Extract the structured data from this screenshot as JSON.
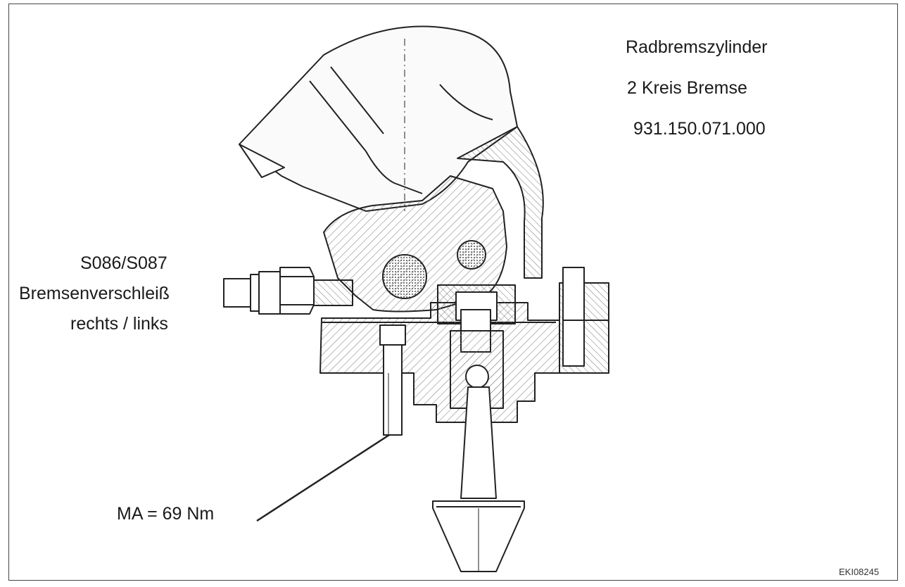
{
  "header": {
    "title": "Radbremszylinder",
    "subtitle": "2 Kreis Bremse",
    "part_number": "931.150.071.000"
  },
  "sensor": {
    "code": "S086/S087",
    "name": "Bremsenverschleiß",
    "side": "rechts / links"
  },
  "torque": {
    "label": "MA = 69 Nm"
  },
  "footer": {
    "figure_code": "EKI08245"
  }
}
